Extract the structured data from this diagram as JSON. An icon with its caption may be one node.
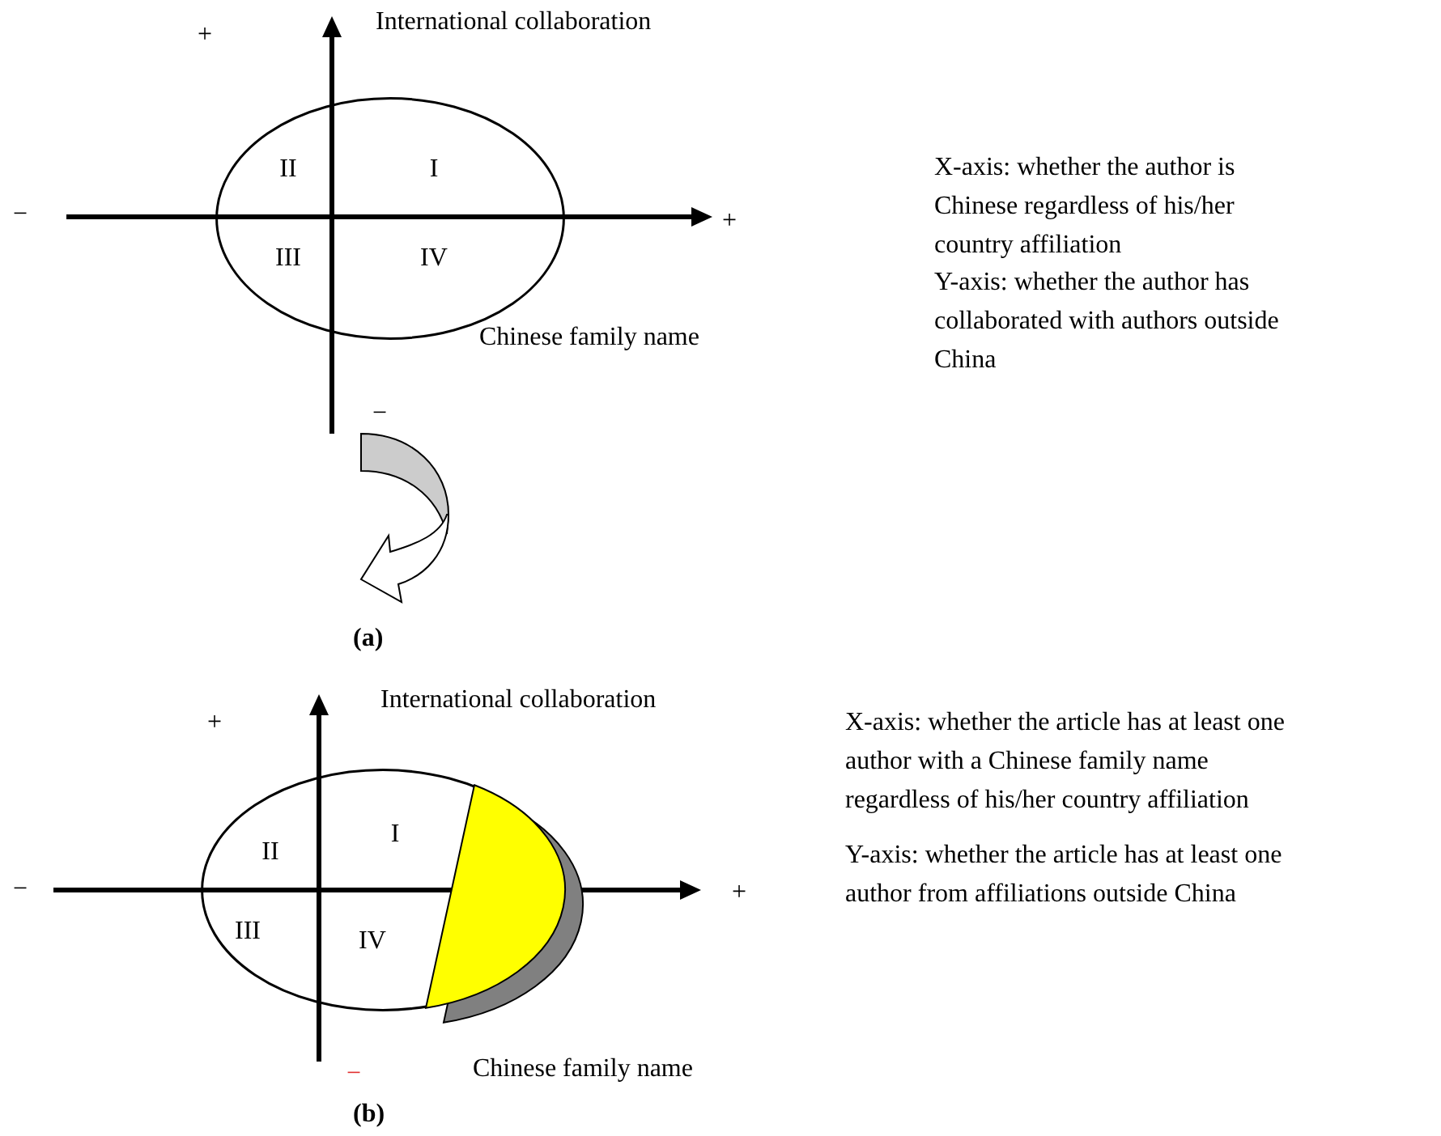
{
  "diagram": {
    "nodes": [
      {
        "text": [
          "II",
          "I",
          "III",
          "IV"
        ],
        "beside": [
          "Chinese family name"
        ]
      },
      {
        "text": [
          "II",
          "I",
          "III",
          "IV"
        ],
        "beside": [
          "Chinese family name"
        ]
      }
    ],
    "labels": [
      "+",
      "International collaboration",
      "−",
      "+",
      "X-axis: whether the author is Chinese regardless of his/her country affiliation",
      "Y-axis: whether the author has collaborated with authors outside China",
      "−",
      "(a)",
      "+",
      "International collaboration",
      "−",
      "+",
      "X-axis: whether the article has at least one author with a Chinese family name regardless of his/her country affiliation",
      "Y-axis: whether the article has at least one author from affiliations outside China",
      "−",
      "(b)"
    ]
  }
}
